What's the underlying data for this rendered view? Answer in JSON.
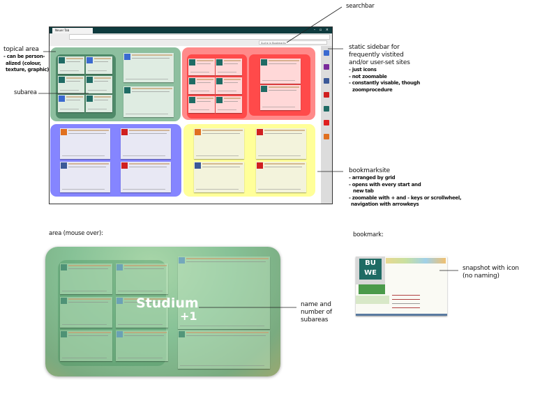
{
  "browser": {
    "tab_title": "Neuer Tab",
    "window_controls": "– ▫ ×",
    "search_placeholder": "Suche in Bookmarks"
  },
  "sidebar_icons": [
    "pinwheel-icon",
    "yahoo-icon",
    "facebook-icon",
    "youtube-icon",
    "buwe-icon",
    "sparkasse-icon",
    "firefox-icon"
  ],
  "areas": [
    {
      "name": "green-area",
      "color": "#8dbf9f",
      "sub_color": "#4f8a69",
      "thumb_color": "#dfece2"
    },
    {
      "name": "red-area",
      "color": "#ff8a8a",
      "sub_color": "#ff4a4a",
      "thumb_color": "#ffd8d8"
    },
    {
      "name": "blue-area",
      "color": "#8585ff",
      "sub_color": "#8585ff",
      "thumb_color": "#e8e8f4"
    },
    {
      "name": "yellow-area",
      "color": "#ffff99",
      "sub_color": "#ffff99",
      "thumb_color": "#f3f3dc"
    }
  ],
  "annotations": {
    "searchbar": "searchbar",
    "topical_area": {
      "title": "topical area",
      "notes": [
        "- can be person-",
        "alized (colour,",
        "texture, graphic)"
      ]
    },
    "subarea": "subarea",
    "sidebar": {
      "title_lines": [
        "static sidebar for",
        "frequently vistited",
        "and/or user-set sites"
      ],
      "notes": [
        "- just icons",
        "- not zoomable",
        "- constantly visable, though",
        "zoomprocedure"
      ]
    },
    "bookmarksite": {
      "title": "bookmarksite",
      "notes": [
        "- arranged by grid",
        "- opens with every start and",
        "new tab",
        "- zoomable with + and - keys or scrollwheel,",
        "navigation with arrowkeys"
      ]
    },
    "area_mouseover": "area (mouse over):",
    "area_name": "Studium",
    "area_count": "+1",
    "name_number": [
      "name and",
      "number of",
      "subareas"
    ],
    "bookmark": "bookmark:",
    "snapshot": [
      "snapshot with icon",
      "(no naming)"
    ]
  },
  "bookmark_icon_text": "BU WE"
}
